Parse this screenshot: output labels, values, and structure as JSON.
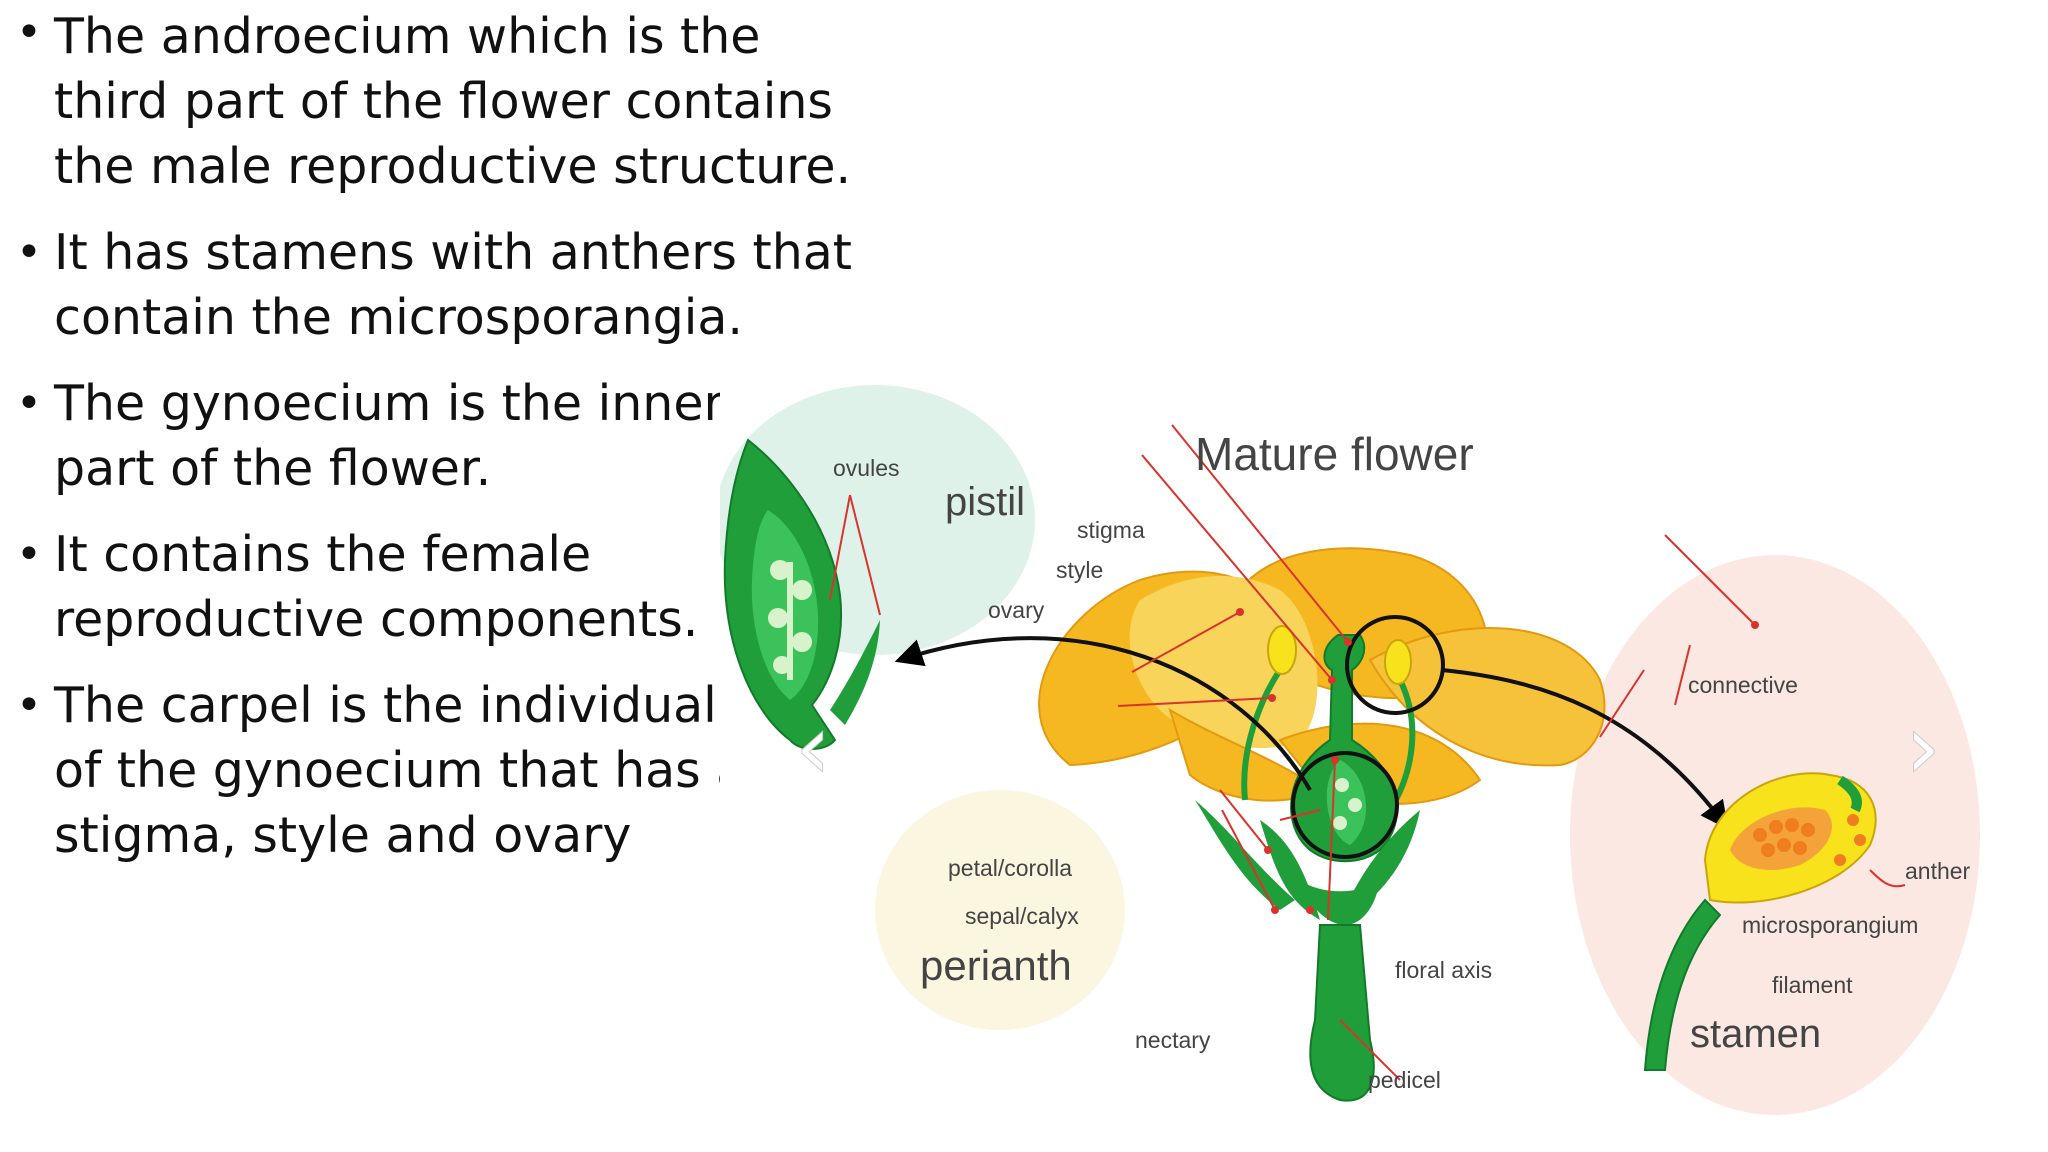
{
  "bullets": [
    "The androecium which is the third part of the flower contains the male reproductive structure.",
    "It has stamens with anthers that contain the microsporangia.",
    "The gynoecium is the inner part of the flower.",
    "It contains the female reproductive components.",
    "The carpel is the individual unit of the gynoecium that has a stigma, style and ovary"
  ],
  "bullet_lines": [
    [
      "The androecium which is the",
      "third part of the flower contains",
      "the male reproductive structure."
    ],
    [
      "It has stamens with anthers that",
      "contain the microsporangia."
    ],
    [
      "The gynoecium is the inner",
      "part of the flower."
    ],
    [
      "It contains the female",
      "reproductive components."
    ],
    [
      "The carpel is the individual u",
      "of the gynoecium that has a",
      "stigma, style and ovary"
    ]
  ],
  "diagram": {
    "title": "Mature flower",
    "groups": {
      "pistil": "pistil",
      "perianth": "perianth",
      "stamen": "stamen"
    },
    "labels": {
      "ovules": "ovules",
      "stigma": "stigma",
      "style": "style",
      "ovary": "ovary",
      "petal_corolla": "petal/corolla",
      "sepal_calyx": "sepal/calyx",
      "nectary": "nectary",
      "floral_axis": "floral axis",
      "pedicel": "pedicel",
      "connective": "connective",
      "anther": "anther",
      "microsporangium": "microsporangium",
      "filament": "filament"
    },
    "nav": {
      "prev": "‹",
      "next": "›"
    },
    "colors": {
      "petal": "#f5b820",
      "green": "#1f9e3a",
      "light_green": "#3cc25a",
      "pistil_bubble": "#dff2ea",
      "perianth_bubble": "#fbf6df",
      "stamen_bubble": "#fbe8e2",
      "pointer": "#d9332b",
      "anther_yellow": "#f7e21b",
      "pollen": "#f07d1e"
    }
  }
}
